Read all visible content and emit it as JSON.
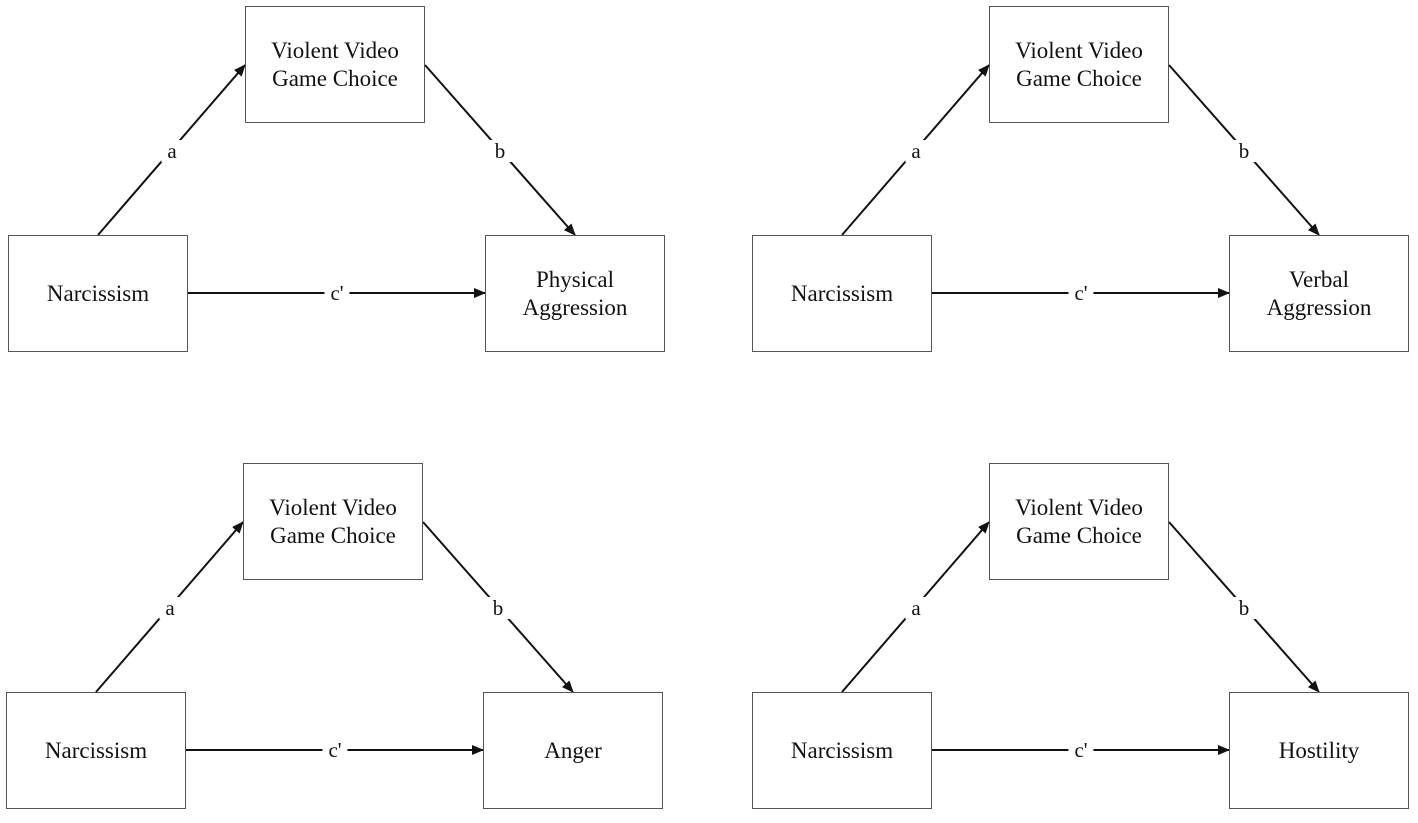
{
  "colors": {
    "line": "#111111",
    "box_border": "#555555",
    "background": "#ffffff"
  },
  "panels": [
    {
      "predictor": "Narcissism",
      "mediator": "Violent Video\nGame Choice",
      "outcome": "Physical\nAggression",
      "path_a": "a",
      "path_b": "b",
      "path_c": "c'"
    },
    {
      "predictor": "Narcissism",
      "mediator": "Violent Video\nGame Choice",
      "outcome": "Verbal\nAggression",
      "path_a": "a",
      "path_b": "b",
      "path_c": "c'"
    },
    {
      "predictor": "Narcissism",
      "mediator": "Violent Video\nGame Choice",
      "outcome": "Anger",
      "path_a": "a",
      "path_b": "b",
      "path_c": "c'"
    },
    {
      "predictor": "Narcissism",
      "mediator": "Violent Video\nGame Choice",
      "outcome": "Hostility",
      "path_a": "a",
      "path_b": "b",
      "path_c": "c'"
    }
  ]
}
